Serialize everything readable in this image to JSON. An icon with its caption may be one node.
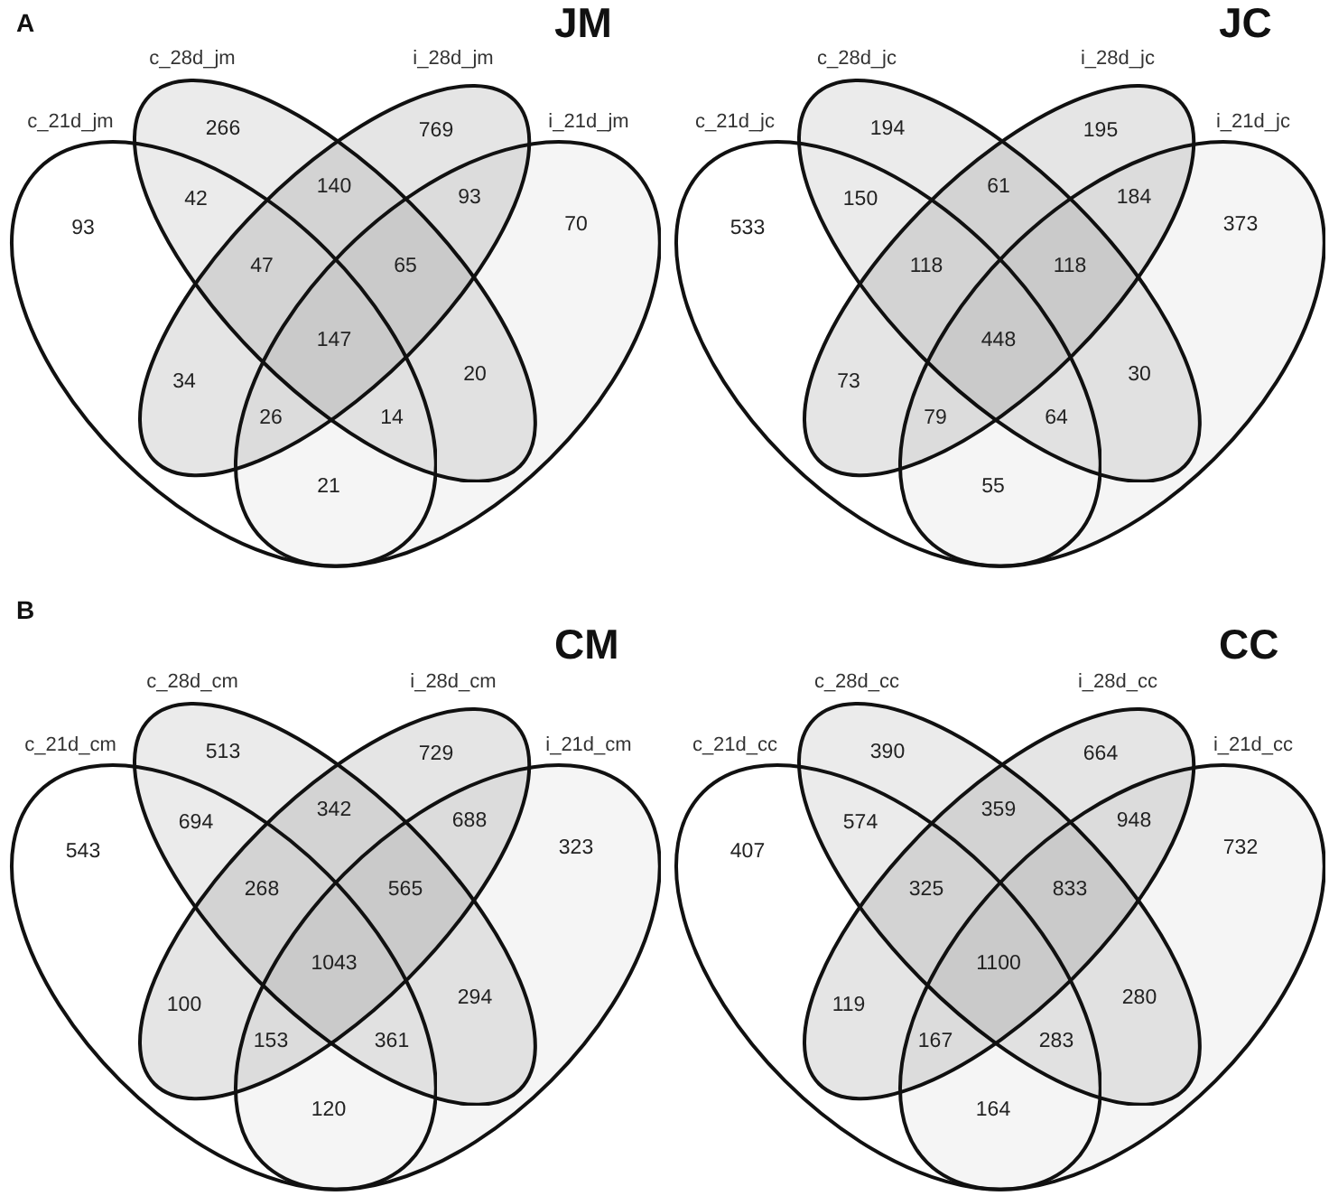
{
  "diagram": {
    "nodes": [
      {
        "text": [
          "c_28d_jm"
        ]
      },
      {
        "text": [
          "i_28d_jm"
        ]
      },
      {
        "text": [
          "c_21d_jm"
        ]
      },
      {
        "text": [
          "i_21d_jm"
        ]
      },
      {
        "text": [
          "c_28d_jc"
        ]
      },
      {
        "text": [
          "i_28d_jc"
        ]
      },
      {
        "text": [
          "c_21d_jc"
        ]
      },
      {
        "text": [
          "i_21d_jc"
        ]
      },
      {
        "text": [
          "c_28d_cm"
        ]
      },
      {
        "text": [
          "i_28d_cm"
        ]
      },
      {
        "text": [
          "c_21d_cm"
        ]
      },
      {
        "text": [
          "i_21d_cm"
        ]
      },
      {
        "text": [
          "c_28d_cc"
        ]
      },
      {
        "text": [
          "i_28d_cc"
        ]
      },
      {
        "text": [
          "c_21d_cc"
        ]
      },
      {
        "text": [
          "i_21d_cc"
        ]
      }
    ],
    "labels": [
      "A",
      "JM",
      "266",
      "769",
      "42",
      "140",
      "93",
      "93",
      "70",
      "47",
      "65",
      "147",
      "34",
      "20",
      "26",
      "14",
      "21",
      "JC",
      "194",
      "195",
      "150",
      "61",
      "184",
      "533",
      "373",
      "118",
      "118",
      "448",
      "73",
      "30",
      "79",
      "64",
      "55",
      "B",
      "CM",
      "513",
      "729",
      "694",
      "342",
      "688",
      "543",
      "323",
      "268",
      "565",
      "1043",
      "100",
      "294",
      "153",
      "361",
      "120",
      "CC",
      "390",
      "664",
      "574",
      "359",
      "948",
      "407",
      "732",
      "325",
      "833",
      "1100",
      "119",
      "280",
      "167",
      "283",
      "164"
    ]
  }
}
